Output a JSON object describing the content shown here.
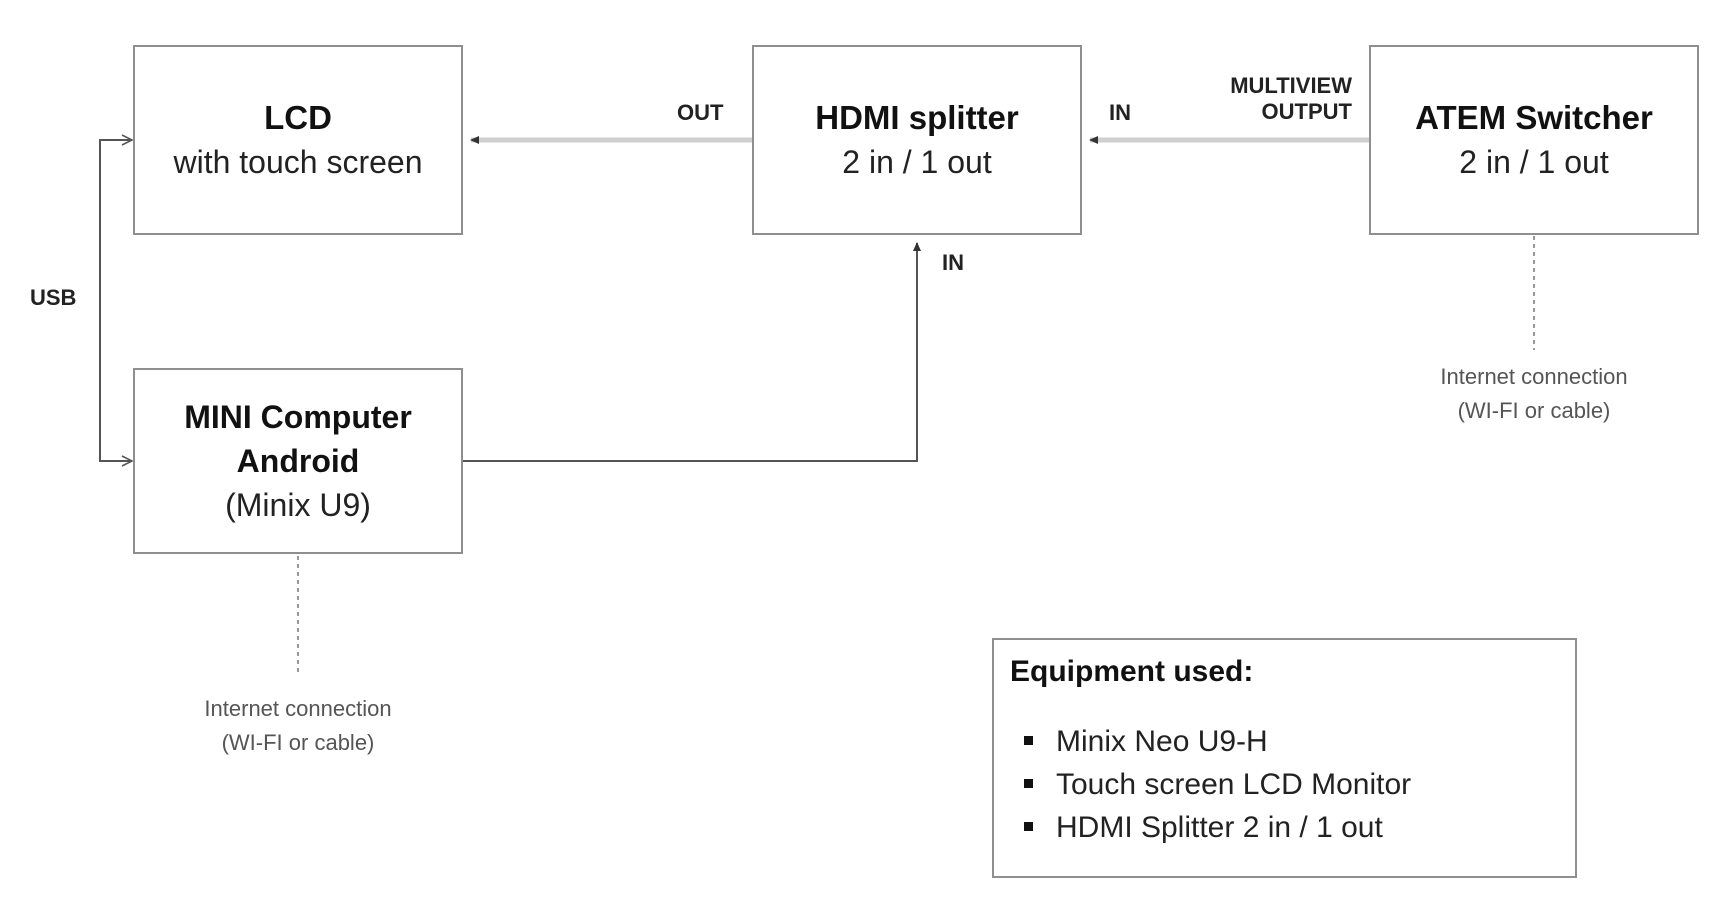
{
  "nodes": {
    "lcd": {
      "title": "LCD",
      "subtitle": "with touch screen"
    },
    "splitter": {
      "title": "HDMI splitter",
      "subtitle": "2 in / 1 out"
    },
    "atem": {
      "title": "ATEM Switcher",
      "subtitle": "2 in / 1 out"
    },
    "mini": {
      "title_line1": "MINI Computer",
      "title_line2": "Android",
      "subtitle": "(Minix U9)"
    }
  },
  "port_labels": {
    "usb": "USB",
    "out": "OUT",
    "splitter_in_top": "IN",
    "splitter_in_bottom": "IN",
    "multiview_line1": "MULTIVIEW",
    "multiview_line2": "OUTPUT"
  },
  "internet": {
    "mini": {
      "line1": "Internet connection",
      "line2": "(WI-FI or cable)"
    },
    "atem": {
      "line1": "Internet connection",
      "line2": "(WI-FI or cable)"
    }
  },
  "equipment": {
    "title": "Equipment used:",
    "items": [
      "Minix Neo U9-H",
      "Touch screen LCD Monitor",
      "HDMI Splitter 2 in / 1 out"
    ]
  },
  "colors": {
    "box_border": "#8f8f8f",
    "connector_light": "#cfcfcf",
    "connector_dark": "#555555",
    "dashed": "#9a9a9a"
  }
}
